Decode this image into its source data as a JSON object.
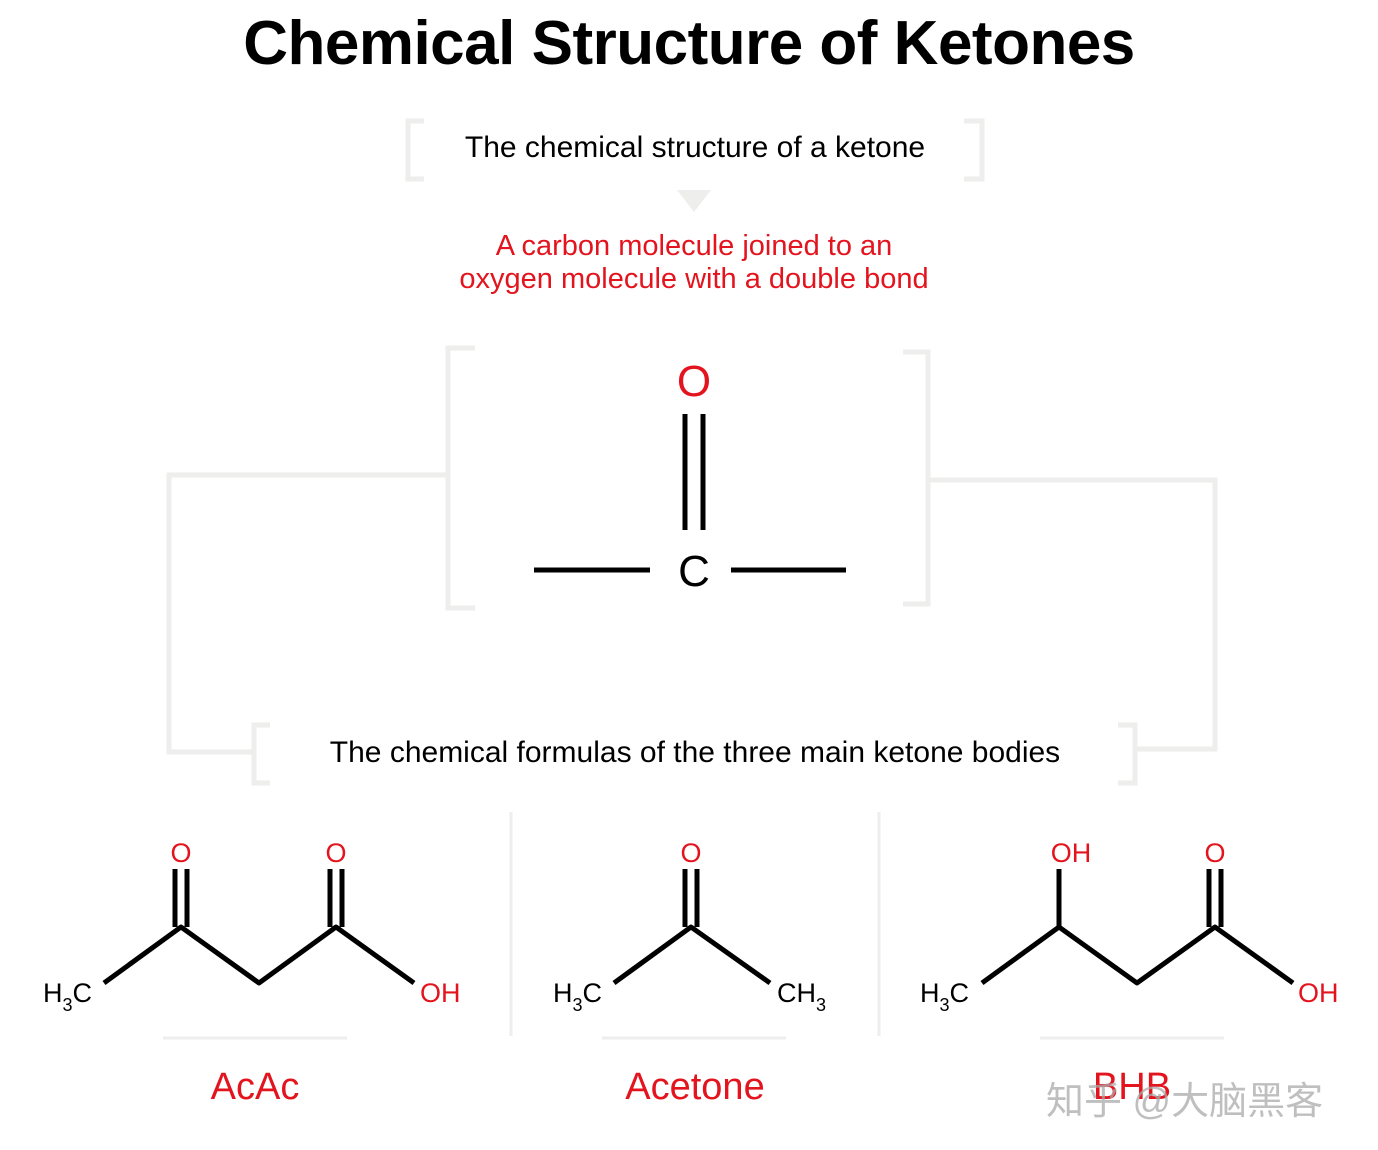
{
  "title": "Chemical Structure of Ketones",
  "caption_top": "The chemical structure of a ketone",
  "description_line1": "A carbon molecule joined to an",
  "description_line2": "oxygen molecule with a double bond",
  "center_structure": {
    "oxygen": "O",
    "carbon": "C"
  },
  "caption_bottom": "The chemical formulas of the three main ketone bodies",
  "molecules": [
    {
      "name": "AcAc",
      "labels": {
        "o1": "O",
        "o2": "O",
        "left": "H",
        "left_sub": "3",
        "left_c": "C",
        "right": "OH"
      }
    },
    {
      "name": "Acetone",
      "labels": {
        "o1": "O",
        "left": "H",
        "left_sub": "3",
        "left_c": "C",
        "right": "CH",
        "right_sub": "3"
      }
    },
    {
      "name": "BHB",
      "labels": {
        "oh_top": "OH",
        "o2": "O",
        "left": "H",
        "left_sub": "3",
        "left_c": "C",
        "right": "OH"
      }
    }
  ],
  "watermark": "知乎 @大脑黑客",
  "colors": {
    "accent": "#e3141e",
    "bracket": "#eeeeec",
    "ink": "#000000"
  }
}
